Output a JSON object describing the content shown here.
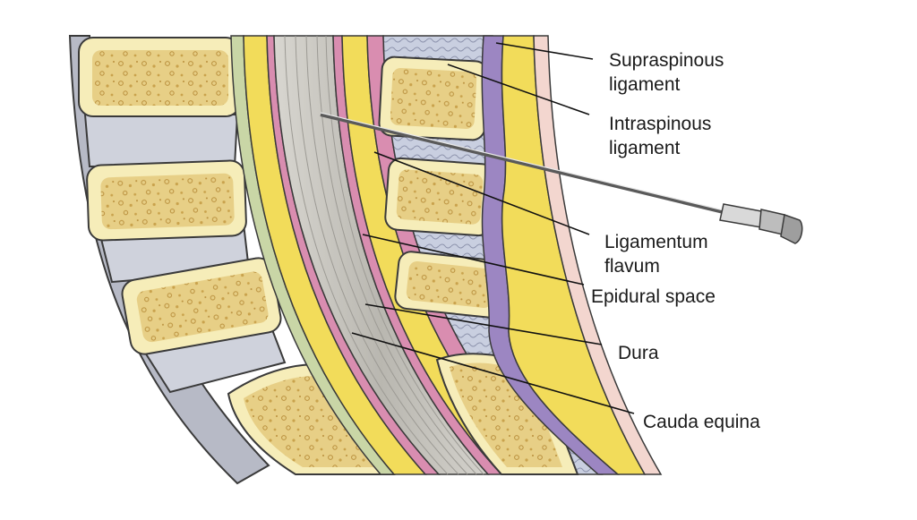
{
  "labels": {
    "supraspinous": {
      "line1": "Supraspinous",
      "line2": "ligament"
    },
    "intraspinous": {
      "line1": "Intraspinous",
      "line2": "ligament"
    },
    "flavum": {
      "line1": "Ligamentum",
      "line2": "flavum"
    },
    "epidural": {
      "line1": "Epidural space"
    },
    "dura": {
      "line1": "Dura"
    },
    "cauda": {
      "line1": "Cauda equina"
    }
  },
  "colors": {
    "bone_cortex": "#f5eab0",
    "bone_marrow": "#dcc07a",
    "disc": "#c9ccd6",
    "ligament_yellow": "#f2dc5a",
    "dura_pink": "#d98db0",
    "supraspinous_purple": "#9c86c2",
    "cauda_gray": "#c8c6c0",
    "outline": "#3a3a3a"
  }
}
